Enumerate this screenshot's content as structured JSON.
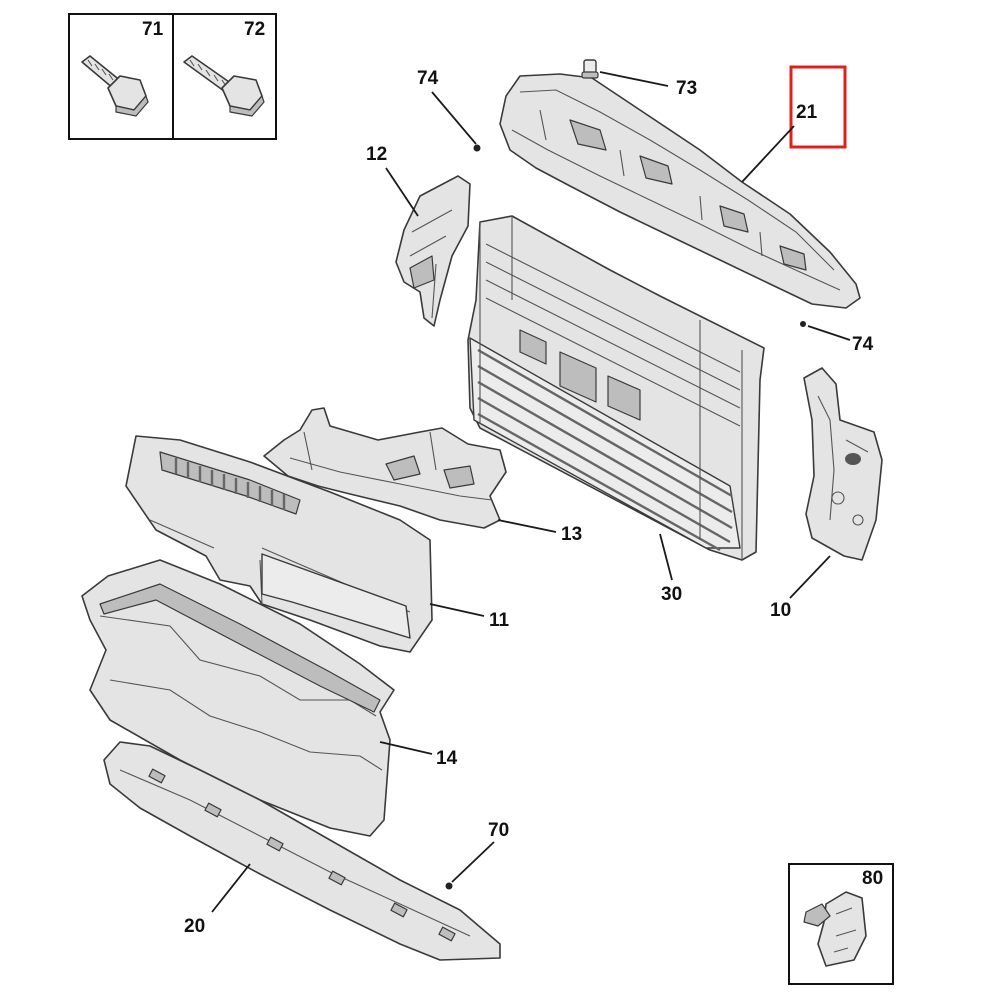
{
  "callouts": {
    "c71": "71",
    "c72": "72",
    "c73": "73",
    "c74_top": "74",
    "c21": "21",
    "c12": "12",
    "c74_right": "74",
    "c13": "13",
    "c30": "30",
    "c10": "10",
    "c11": "11",
    "c14": "14",
    "c70": "70",
    "c20": "20",
    "c80": "80"
  },
  "colors": {
    "highlight": "#e0201b",
    "part_fill": "#e4e4e4",
    "outline": "#3a3a3a"
  },
  "highlighted_part": "21"
}
